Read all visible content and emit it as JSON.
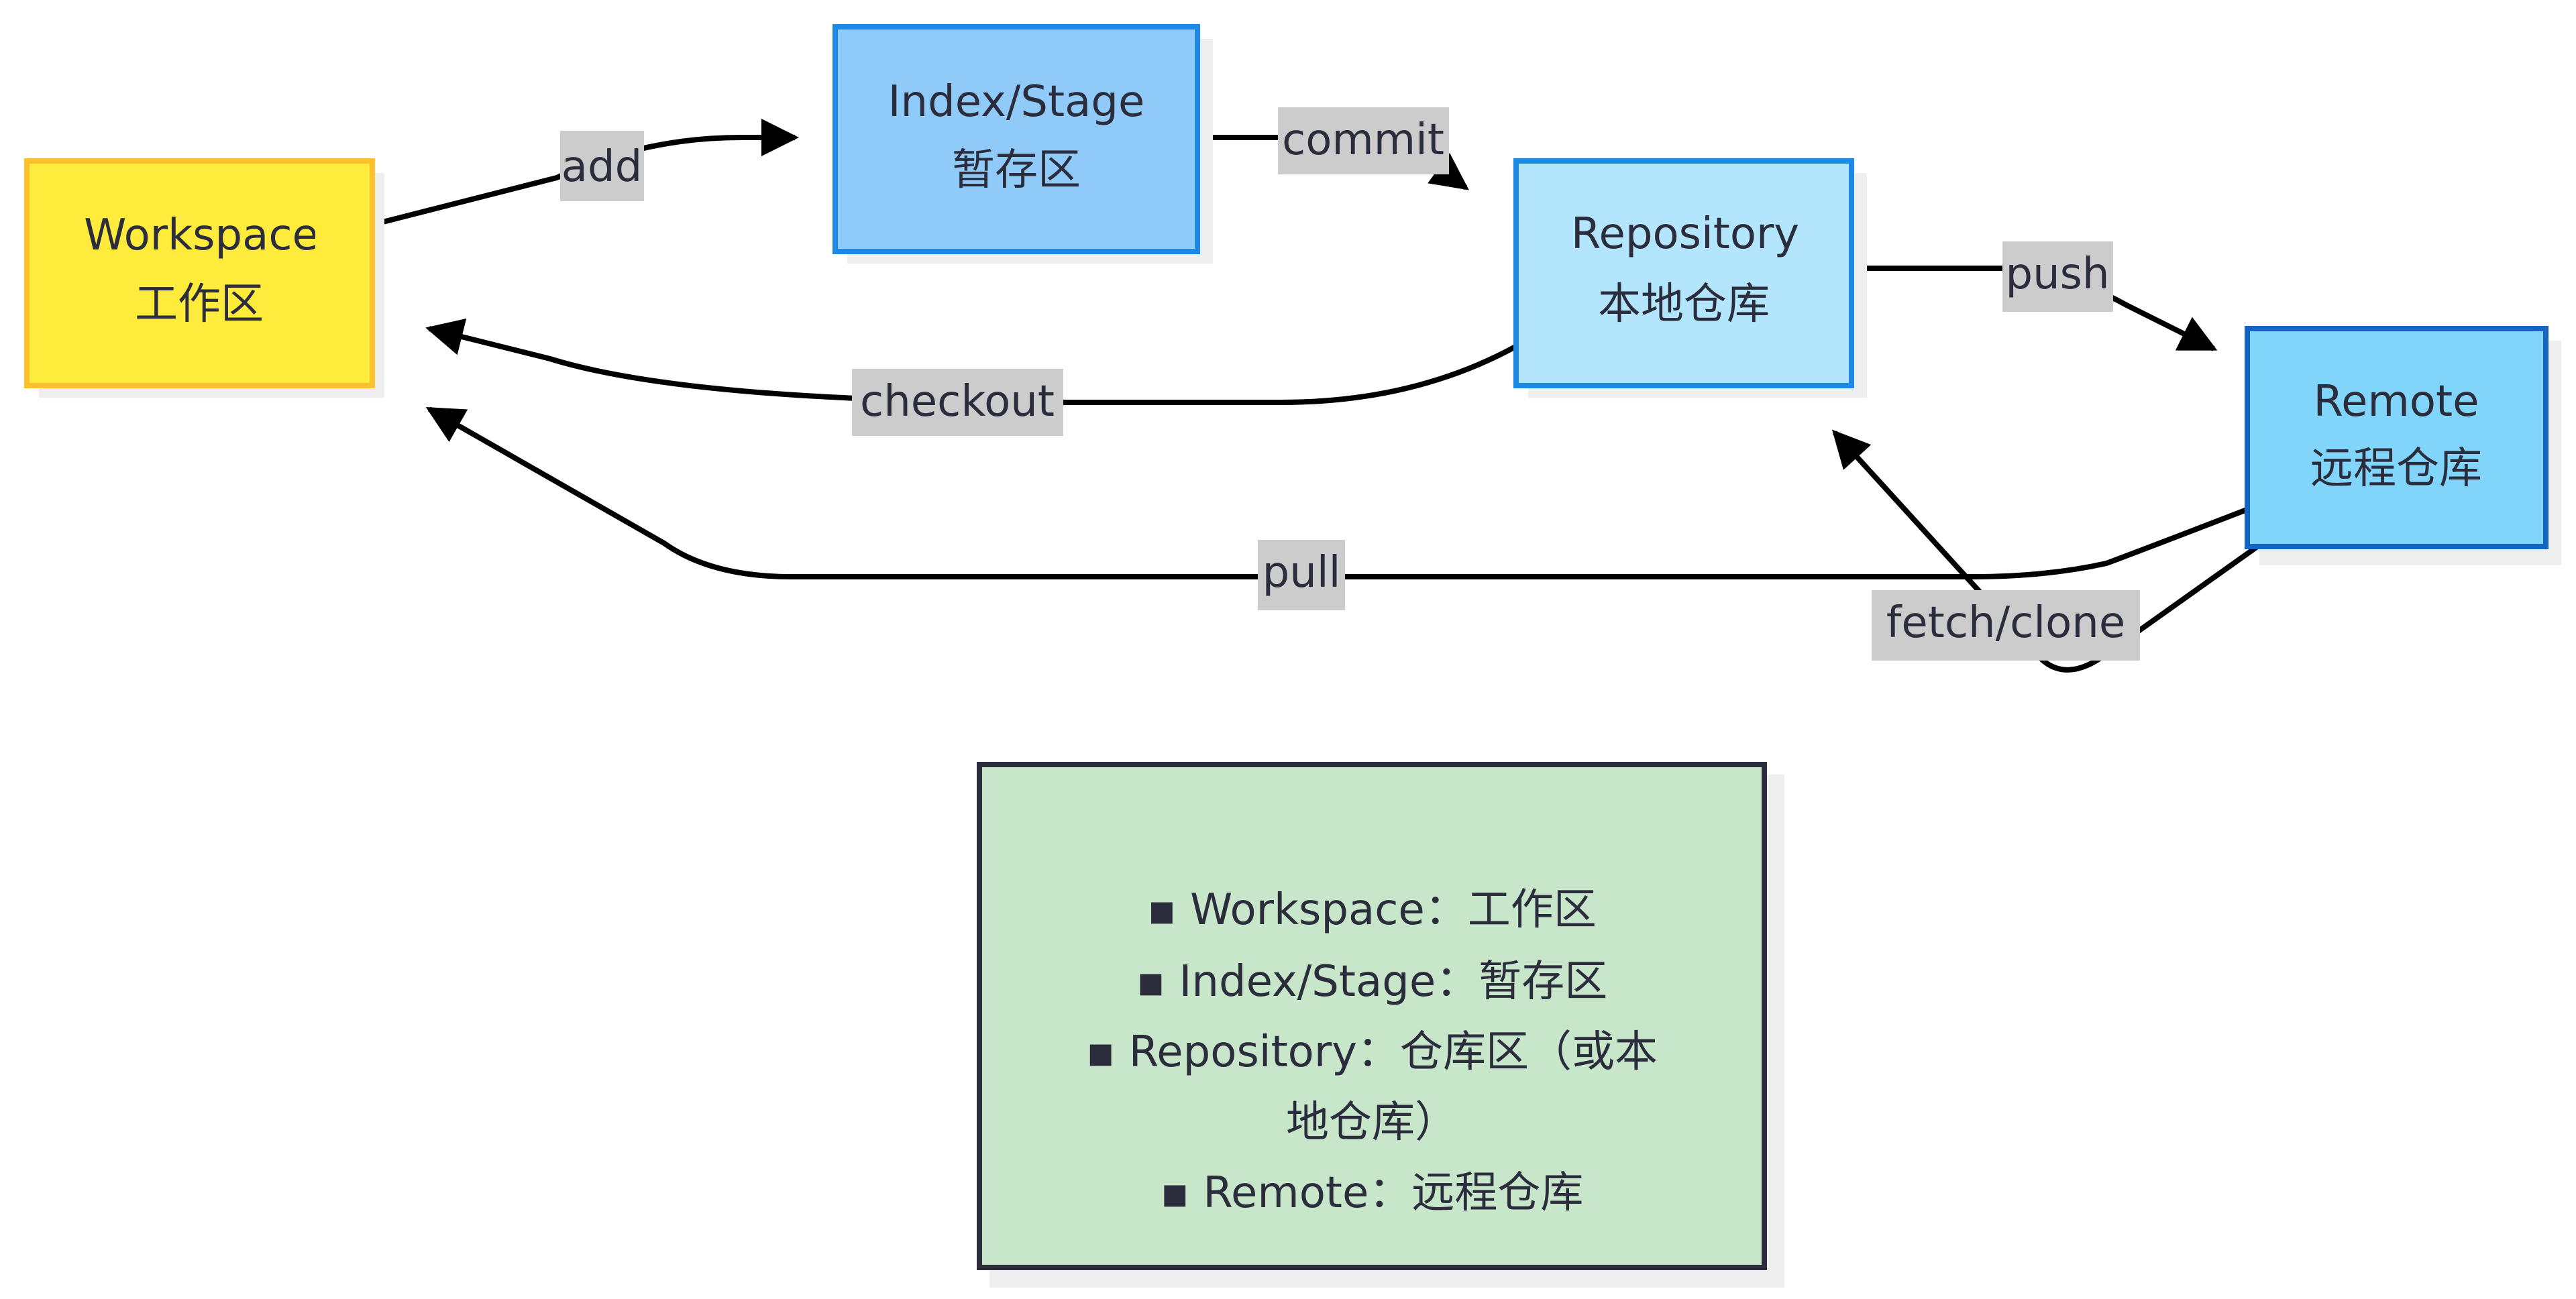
{
  "nodes": {
    "workspace": {
      "title": "Workspace",
      "subtitle": "工作区",
      "fill": "#ffeb3b",
      "stroke": "#fbc02d"
    },
    "index": {
      "title": "Index/Stage",
      "subtitle": "暂存区",
      "fill": "#90caf9",
      "stroke": "#1e88e5"
    },
    "repository": {
      "title": "Repository",
      "subtitle": "本地仓库",
      "fill": "#b3e5fc",
      "stroke": "#1e88e5"
    },
    "remote": {
      "title": "Remote",
      "subtitle": "远程仓库",
      "fill": "#81d4fa",
      "stroke": "#1565c0"
    }
  },
  "edges": {
    "add": "add",
    "commit": "commit",
    "push": "push",
    "checkout": "checkout",
    "pull": "pull",
    "fetch_clone": "fetch/clone"
  },
  "note": {
    "lines": [
      "▪ Workspace：工作区",
      "▪ Index/Stage：暂存区",
      "▪ Repository：仓库区（或本",
      "地仓库）",
      "▪ Remote：远程仓库"
    ],
    "fill": "#c8e6c9",
    "stroke": "#2b2d3c"
  },
  "colors": {
    "edge_label_bg": "#cccccc",
    "shadow": "#eeeeee"
  }
}
